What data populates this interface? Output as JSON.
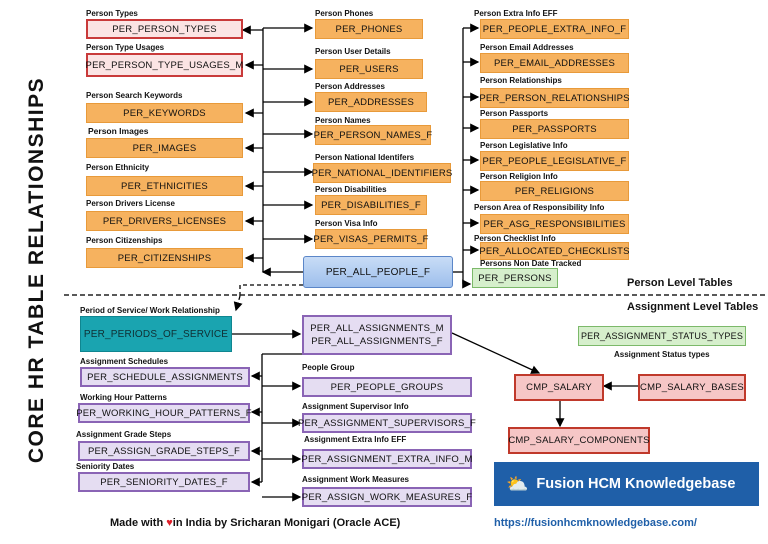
{
  "title": "CORE HR TABLE RELATIONSHIPS",
  "sections": {
    "person": "Person Level Tables",
    "assignment": "Assignment Level Tables"
  },
  "tables": {
    "person_types": {
      "label": "Person Types",
      "name": "PER_PERSON_TYPES"
    },
    "person_type_usages": {
      "label": "Person Type Usages",
      "name": "PER_PERSON_TYPE_USAGES_M"
    },
    "keywords": {
      "label": "Person Search Keywords",
      "name": "PER_KEYWORDS"
    },
    "images": {
      "label": "Person Images",
      "name": "PER_IMAGES"
    },
    "ethnicities": {
      "label": "Person Ethnicity",
      "name": "PER_ETHNICITIES"
    },
    "drivers_licenses": {
      "label": "Person Drivers License",
      "name": "PER_DRIVERS_LICENSES"
    },
    "citizenships": {
      "label": "Person Citizenships",
      "name": "PER_CITIZENSHIPS"
    },
    "phones": {
      "label": "Person Phones",
      "name": "PER_PHONES"
    },
    "users": {
      "label": "Person User Details",
      "name": "PER_USERS"
    },
    "addresses": {
      "label": "Person Addresses",
      "name": "PER_ADDRESSES"
    },
    "names": {
      "label": "Person Names",
      "name": "PER_PERSON_NAMES_F"
    },
    "national_ids": {
      "label": "Person National Identifers",
      "name": "PER_NATIONAL_IDENTIFIERS"
    },
    "disabilities": {
      "label": "Person Disabilities",
      "name": "PER_DISABILITIES_F"
    },
    "visas": {
      "label": "Person Visa Info",
      "name": "PER_VISAS_PERMITS_F"
    },
    "all_people": {
      "name": "PER_ALL_PEOPLE_F"
    },
    "extra_info": {
      "label": "Person Extra Info EFF",
      "name": "PER_PEOPLE_EXTRA_INFO_F"
    },
    "email": {
      "label": "Person Email Addresses",
      "name": "PER_EMAIL_ADDRESSES"
    },
    "relationships": {
      "label": "Person Relationships",
      "name": "PER_PERSON_RELATIONSHIPS"
    },
    "passports": {
      "label": "Person Passports",
      "name": "PER_PASSPORTS"
    },
    "legislative": {
      "label": "Person Legislative Info",
      "name": "PER_PEOPLE_LEGISLATIVE_F"
    },
    "religions": {
      "label": "Person Religion Info",
      "name": "PER_RELIGIONS"
    },
    "responsibilities": {
      "label": "Person Area of Responsibility Info",
      "name": "PER_ASG_RESPONSIBILITIES"
    },
    "checklists": {
      "label": "Person Checklist Info",
      "name": "PER_ALLOCATED_CHECKLISTS"
    },
    "persons": {
      "label": "Persons Non Date Tracked",
      "name": "PER_PERSONS"
    },
    "periods_of_service": {
      "label": "Period of Service/ Work Relationship",
      "name": "PER_PERIODS_OF_SERVICE"
    },
    "schedules": {
      "label": "Assignment Schedules",
      "name": "PER_SCHEDULE_ASSIGNMENTS"
    },
    "working_hours": {
      "label": "Working Hour Patterns",
      "name": "PER_WORKING_HOUR_PATTERNS_F"
    },
    "grade_steps": {
      "label": "Assignment Grade Steps",
      "name": "PER_ASSIGN_GRADE_STEPS_F"
    },
    "seniority": {
      "label": "Seniority Dates",
      "name": "PER_SENIORITY_DATES_F"
    },
    "all_assignments": {
      "name1": "PER_ALL_ASSIGNMENTS_M",
      "name2": "PER_ALL_ASSIGNMENTS_F"
    },
    "people_groups": {
      "label": "People Group",
      "name": "PER_PEOPLE_GROUPS"
    },
    "supervisors": {
      "label": "Assignment Supervisor Info",
      "name": "PER_ASSIGNMENT_SUPERVISORS_F"
    },
    "asg_extra_info": {
      "label": "Assignment Extra Info EFF",
      "name": "PER_ASSIGNMENT_EXTRA_INFO_M"
    },
    "work_measures": {
      "label": "Assignment Work Measures",
      "name": "PER_ASSIGN_WORK_MEASURES_F"
    },
    "status_types": {
      "label": "Assignment Status types",
      "name": "PER_ASSIGNMENT_STATUS_TYPES"
    },
    "salary": {
      "name": "CMP_SALARY"
    },
    "salary_bases": {
      "name": "CMP_SALARY_BASES"
    },
    "salary_components": {
      "name": "CMP_SALARY_COMPONENTS"
    }
  },
  "banner": {
    "text": "Fusion HCM Knowledgebase",
    "icon": "cloud-sun-icon"
  },
  "footer": {
    "made_with": "Made with",
    "heart": "♥",
    "credit": "in India by Sricharan Monigari (Oracle ACE)",
    "url": "https://fusionhcmknowledgebase.com/"
  },
  "colors": {
    "orange": "#f6b25f",
    "pink_border": "#c93a3a",
    "lavender_border": "#8a64b5",
    "teal": "#1aa4b0",
    "green": "#d6efcc",
    "blue": "#9ebfec",
    "banner": "#1f5fa8"
  }
}
